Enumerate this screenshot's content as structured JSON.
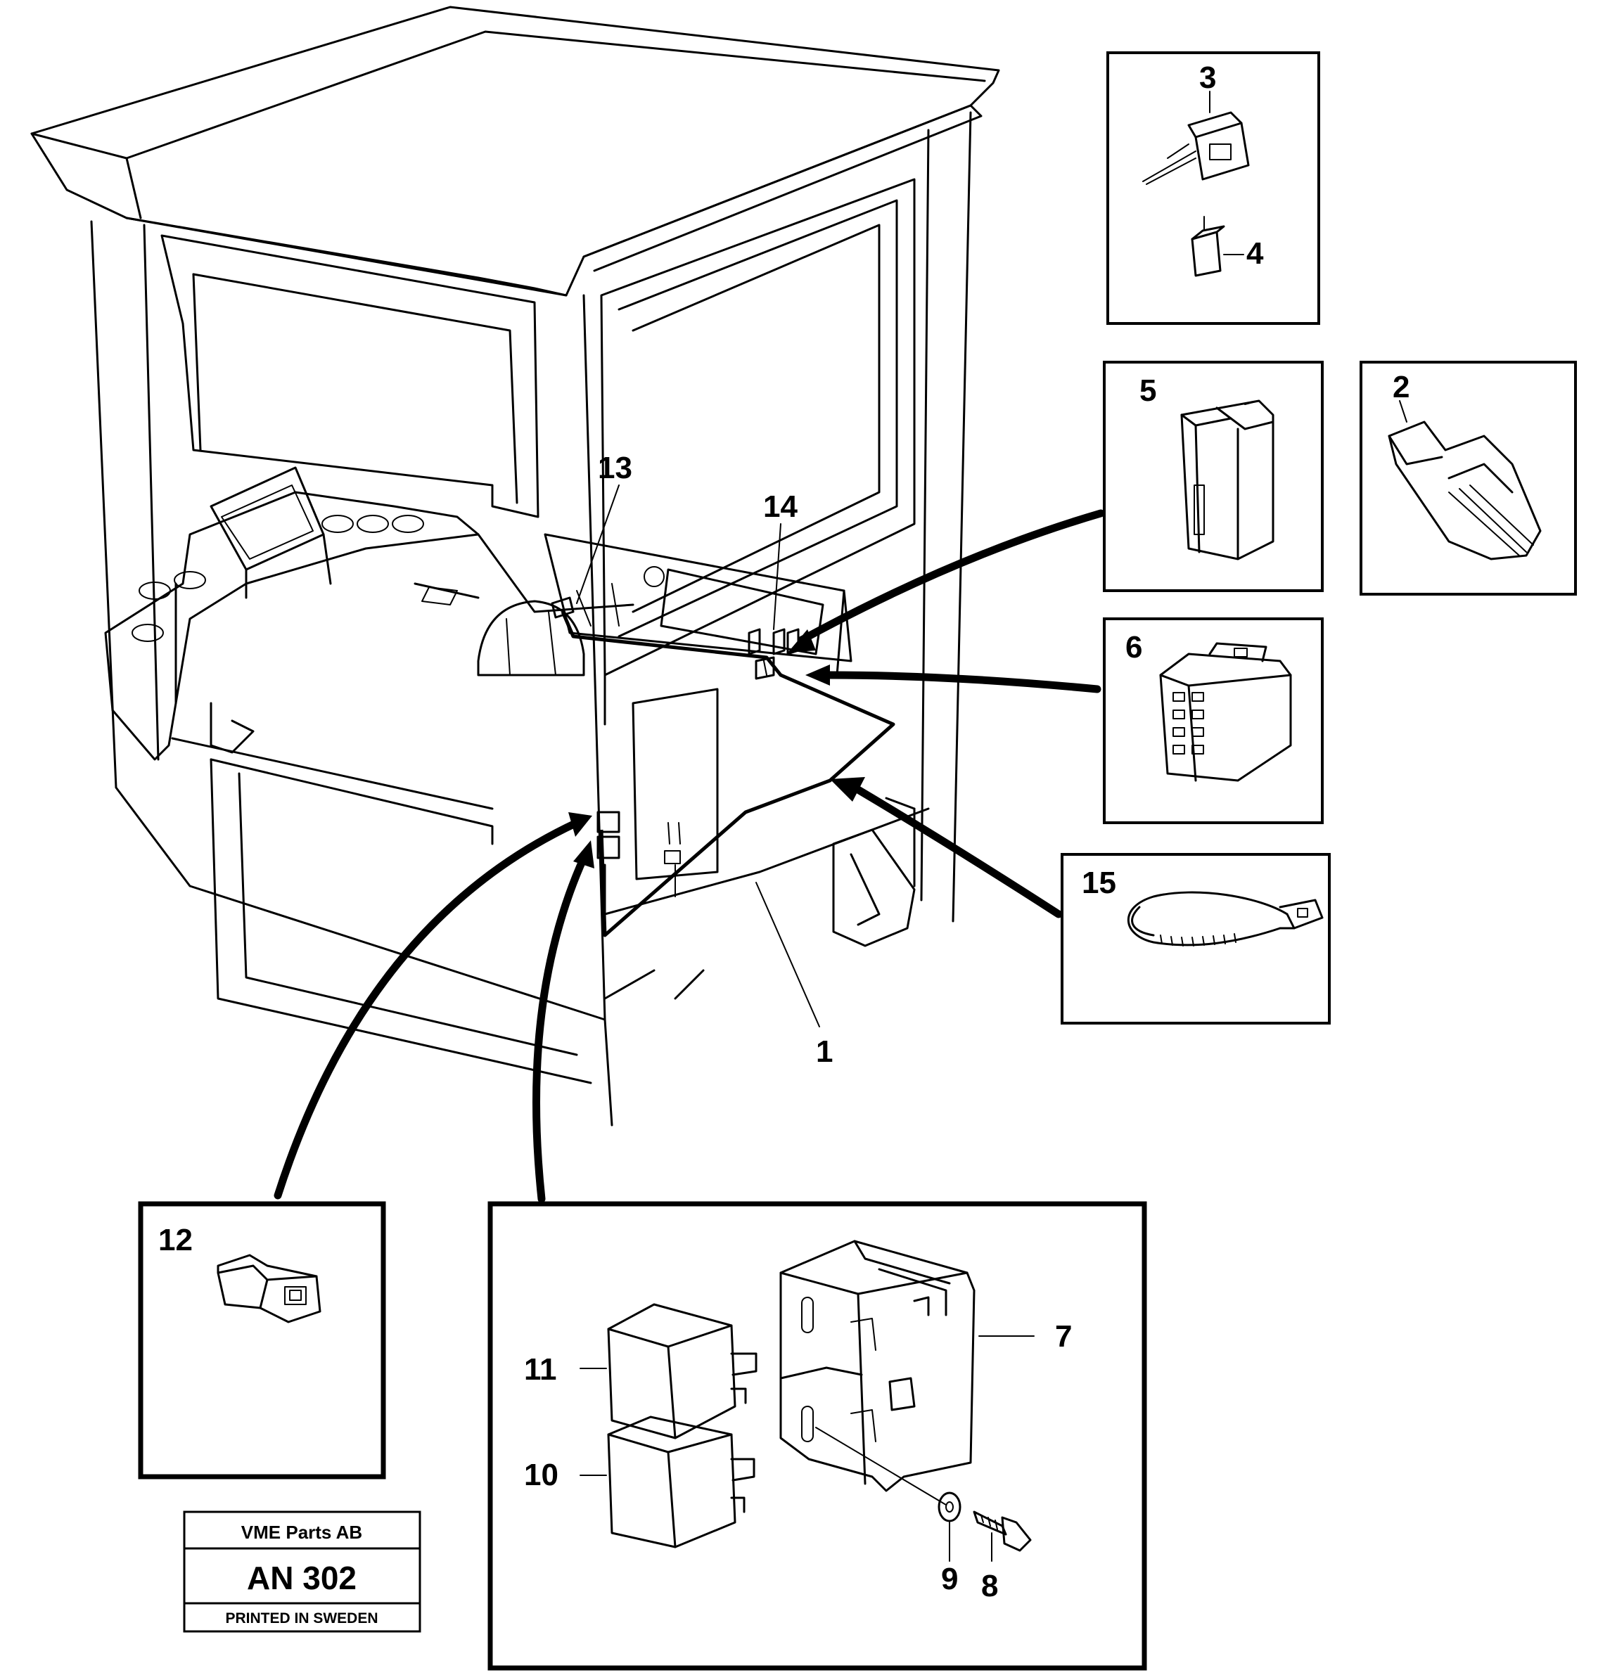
{
  "callouts": {
    "c1": "1",
    "c2": "2",
    "c3": "3",
    "c4": "4",
    "c5": "5",
    "c6": "6",
    "c7": "7",
    "c8": "8",
    "c9": "9",
    "c10": "10",
    "c11": "11",
    "c12": "12",
    "c13": "13",
    "c14": "14",
    "c15": "15"
  },
  "stamp": {
    "company": "VME Parts AB",
    "code": "AN 302",
    "printed": "PRINTED IN SWEDEN"
  }
}
